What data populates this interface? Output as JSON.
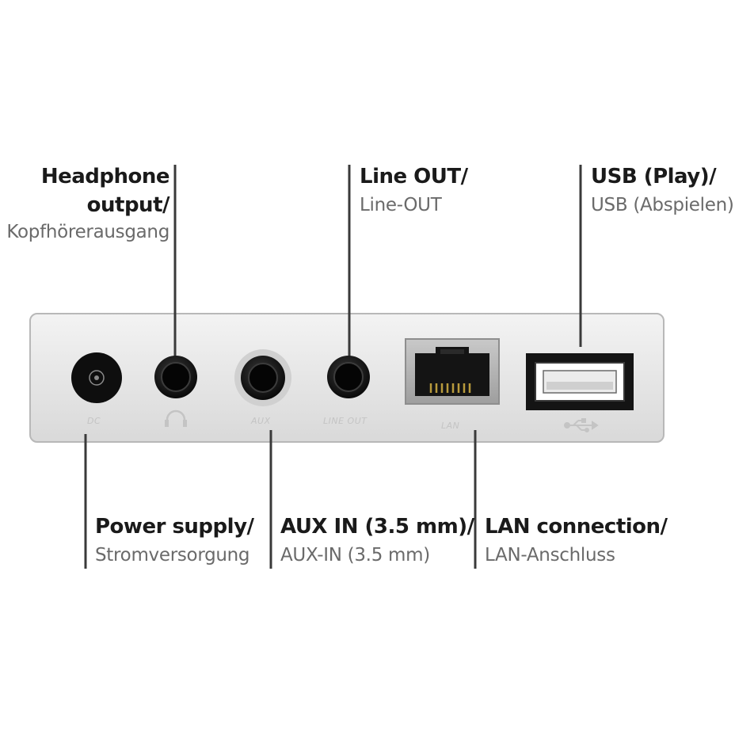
{
  "labels": {
    "headphone": {
      "en_line1": "Headphone",
      "en_line2": "output/",
      "de": "Kopfhörerausgang"
    },
    "line_out": {
      "en": "Line OUT/",
      "de": "Line-OUT"
    },
    "usb": {
      "en": "USB (Play)/",
      "de": "USB (Abspielen)"
    },
    "power": {
      "en": "Power supply/",
      "de": "Stromversorgung"
    },
    "aux": {
      "en": "AUX IN (3.5 mm)/",
      "de": "AUX-IN (3.5 mm)"
    },
    "lan": {
      "en": "LAN connection/",
      "de": "LAN-Anschluss"
    }
  },
  "port_captions": {
    "dc": "DC",
    "aux": "AUX",
    "line_out": "LINE OUT",
    "lan": "LAN"
  },
  "icons": {
    "headphone": "headphone-icon",
    "usb": "usb-icon"
  },
  "colors": {
    "panel": "#e9e9e9",
    "panel_border": "#bdbdbd",
    "leader": "#333333",
    "jack": "#111111"
  }
}
